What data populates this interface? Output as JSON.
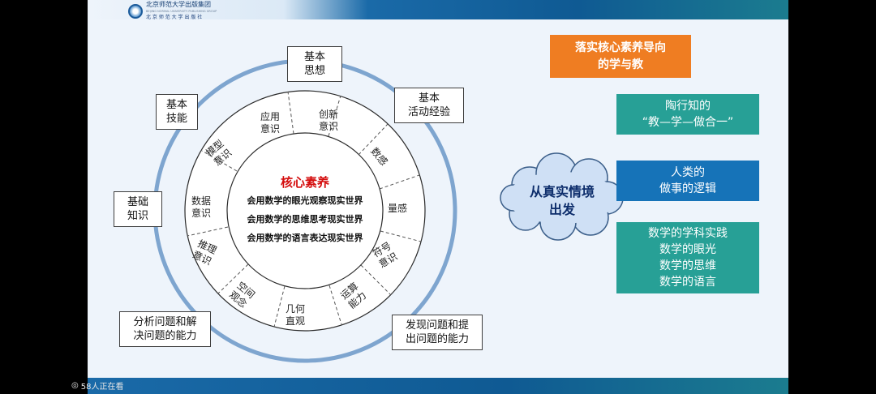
{
  "header": {
    "logo_line1": "北京师范大学出版集团",
    "logo_line2": "BEIJING NORMAL UNIVERSITY PUBLISHING GROUP",
    "logo_line3": "北 京 师 范 大 学 出 版 社"
  },
  "footer": {
    "viewers": "58人正在看"
  },
  "colors": {
    "orange": "#ef7d22",
    "teal": "#27a096",
    "blue": "#1673b8",
    "ring": "#7ea5cf",
    "title_red": "#d40d0d",
    "cloud": "#cfe0f5"
  },
  "outer_boxes": {
    "basic_thinking": "基本\n思想",
    "basic_activity": "基本\n活动经验",
    "basic_skills": "基本\n技能",
    "basic_knowledge": "基础\n知识",
    "analyze_solve": "分析问题和解\n决问题的能力",
    "discover_raise": "发现问题和提\n出问题的能力"
  },
  "ring_segments": {
    "application": "应用\n意识",
    "innovation": "创新\n意识",
    "number_sense": "数感",
    "quantity_sense": "量感",
    "symbol": "符号\n意识",
    "operation": "运算\n能力",
    "geometric": "几何\n直观",
    "spatial": "空间\n观念",
    "reasoning": "推理\n意识",
    "data": "数据\n意识",
    "model": "模型\n意识"
  },
  "core": {
    "title": "核心素养",
    "line1": "会用数学的眼光观察现实世界",
    "line2": "会用数学的思维思考现实世界",
    "line3": "会用数学的语言表达现实世界"
  },
  "cloud": {
    "text": "从真实情境\n出发"
  },
  "orange_box": {
    "text": "落实核心素养导向\n的学与教"
  },
  "right_panels": {
    "tao": {
      "line1": "陶行知的",
      "line2": "“教—学—做合一”"
    },
    "human": {
      "line1": "人类的",
      "line2": "做事的逻辑"
    },
    "practice": {
      "line1": "数学的学科实践",
      "line2": "数学的眼光",
      "line3": "数学的思维",
      "line4": "数学的语言"
    }
  }
}
